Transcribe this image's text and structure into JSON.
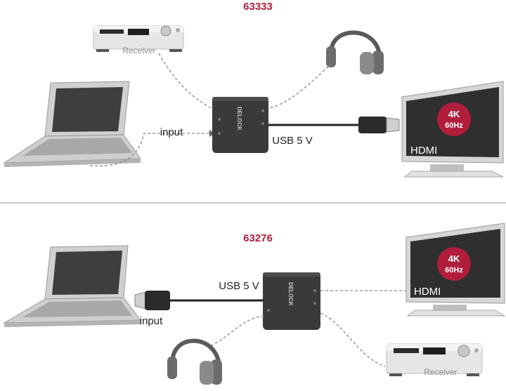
{
  "colors": {
    "accent": "#b01e3c",
    "device": "#3c3c3c",
    "cable": "#222222",
    "dashed_line": "#8a8a8a",
    "divider": "#bdbdbd",
    "silver": "#d9d9d9"
  },
  "top": {
    "model": "63333",
    "receiver_label": "Receiver",
    "input_label": "input",
    "power_label": "USB 5 V",
    "device_brand": "DELOCK",
    "tv_badge_line1": "4K",
    "tv_badge_line2": "60Hz",
    "tv_label": "HDMI"
  },
  "bottom": {
    "model": "63276",
    "receiver_label": "Receiver",
    "input_label": "input",
    "power_label": "USB 5 V",
    "device_brand": "DELOCK",
    "tv_badge_line1": "4K",
    "tv_badge_line2": "60Hz",
    "tv_label": "HDMI"
  },
  "icons": [
    "laptop-icon",
    "receiver-icon",
    "headphones-icon",
    "tv-icon",
    "hdmi-plug-icon",
    "delock-device-icon"
  ]
}
